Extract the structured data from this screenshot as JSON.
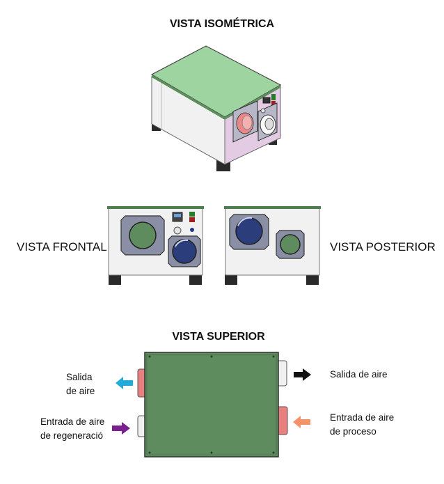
{
  "titles": {
    "isometric": "VISTA ISOMÉTRICA",
    "top": "VISTA SUPERIOR"
  },
  "view_labels": {
    "front": "VISTA FRONTAL",
    "rear": "VISTA POSTERIOR"
  },
  "flow_labels": {
    "left_top_line1": "Salida",
    "left_top_line2": "de aire",
    "left_bottom_line1": "Entrada de aire",
    "left_bottom_line2": "de regeneració",
    "right_top": "Salida de aire",
    "right_bottom_line1": "Entrada de aire",
    "right_bottom_line2": "de proceso"
  },
  "colors": {
    "lid_light": "#9ed4a0",
    "lid_top_view": "#5e8c5e",
    "panel_side": "#f2f2f2",
    "panel_pink": "#e4cde4",
    "outlet_cyan": "#22aad8",
    "inlet_purple": "#7a1f8f",
    "outlet_black": "#111111",
    "inlet_salmon": "#f4926a",
    "duct_red": "#e98080"
  }
}
